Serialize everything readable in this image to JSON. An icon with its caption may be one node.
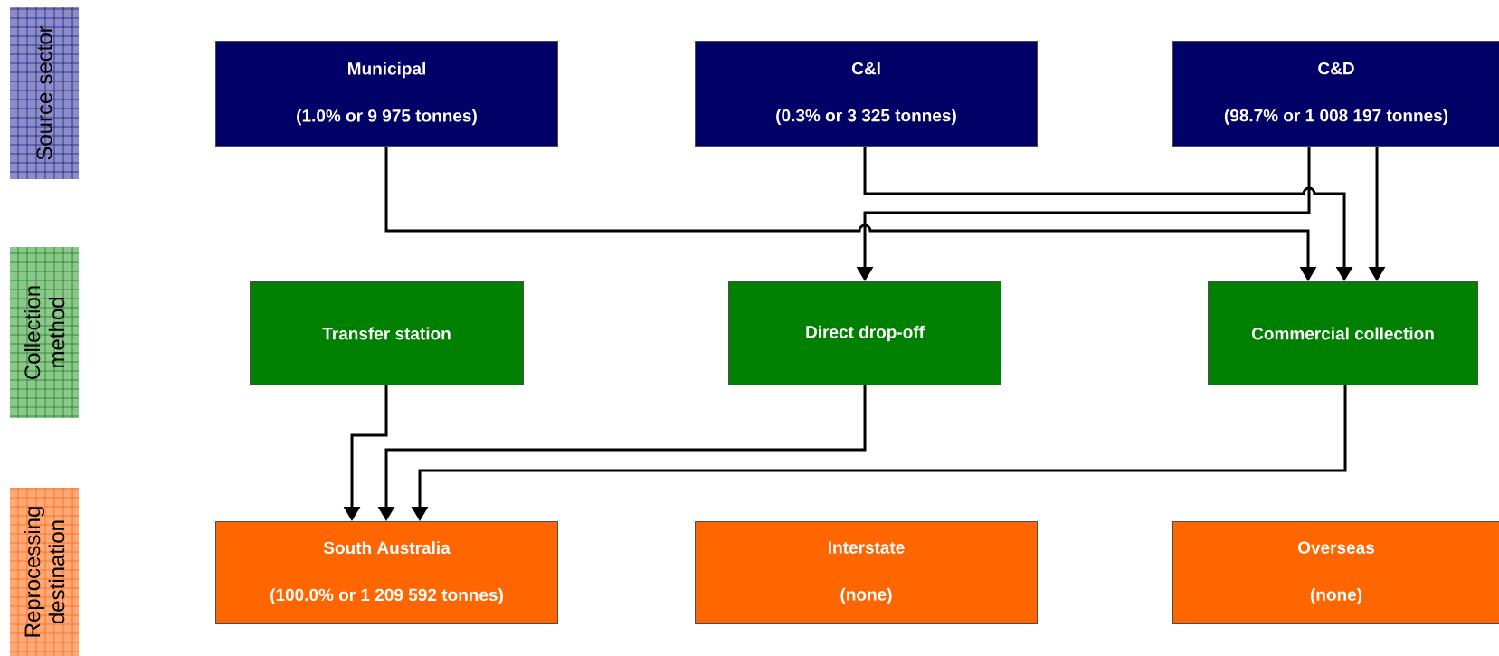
{
  "diagram": {
    "nodes": [
      {
        "text": [
          "Source sector"
        ]
      },
      {
        "text": [
          "Collection method"
        ]
      },
      {
        "text": [
          "Reprocessing destination"
        ]
      },
      {
        "text": [
          "Municipal",
          "(1.0% or 9 975 tonnes)"
        ]
      },
      {
        "text": [
          "C&I",
          "(0.3% or 3 325 tonnes)"
        ]
      },
      {
        "text": [
          "C&D",
          "(98.7% or 1 008 197 tonnes)"
        ]
      },
      {
        "text": [
          "Transfer station"
        ]
      },
      {
        "text": [
          "Direct drop-off"
        ]
      },
      {
        "text": [
          "Commercial collection"
        ]
      },
      {
        "text": [
          "South Australia",
          "(100.0% or 1 209 592 tonnes)"
        ]
      },
      {
        "text": [
          "Interstate",
          "(none)"
        ]
      },
      {
        "text": [
          "Overseas",
          "(none)"
        ]
      }
    ],
    "edges": [
      {
        "from": 3,
        "to": 8,
        "arrow": "to"
      },
      {
        "from": 4,
        "to": 8,
        "arrow": "to"
      },
      {
        "from": 5,
        "to": 7,
        "arrow": "to"
      },
      {
        "from": 5,
        "to": 8,
        "arrow": "to"
      },
      {
        "from": 6,
        "to": 9,
        "arrow": "to"
      },
      {
        "from": 7,
        "to": 9,
        "arrow": "to"
      },
      {
        "from": 8,
        "to": 9,
        "arrow": "to"
      }
    ]
  }
}
